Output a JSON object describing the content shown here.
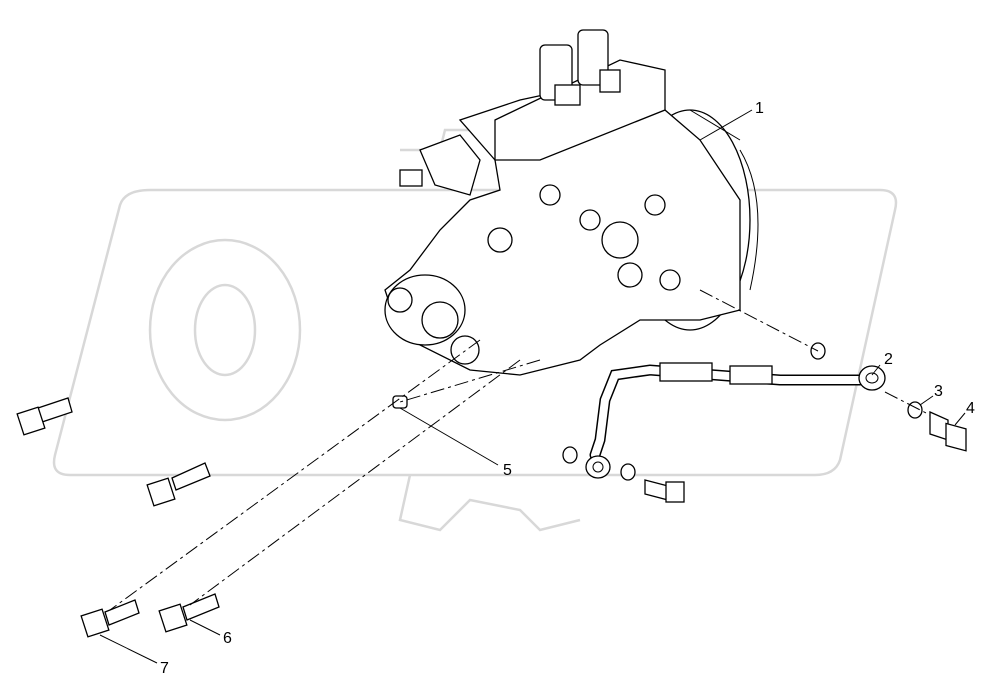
{
  "watermark": "OPEX",
  "callouts": [
    {
      "id": "callout-1",
      "text": "1"
    },
    {
      "id": "callout-2",
      "text": "2"
    },
    {
      "id": "callout-3",
      "text": "3"
    },
    {
      "id": "callout-4",
      "text": "4"
    },
    {
      "id": "callout-5",
      "text": "5"
    },
    {
      "id": "callout-6",
      "text": "6"
    },
    {
      "id": "callout-7",
      "text": "7"
    }
  ]
}
